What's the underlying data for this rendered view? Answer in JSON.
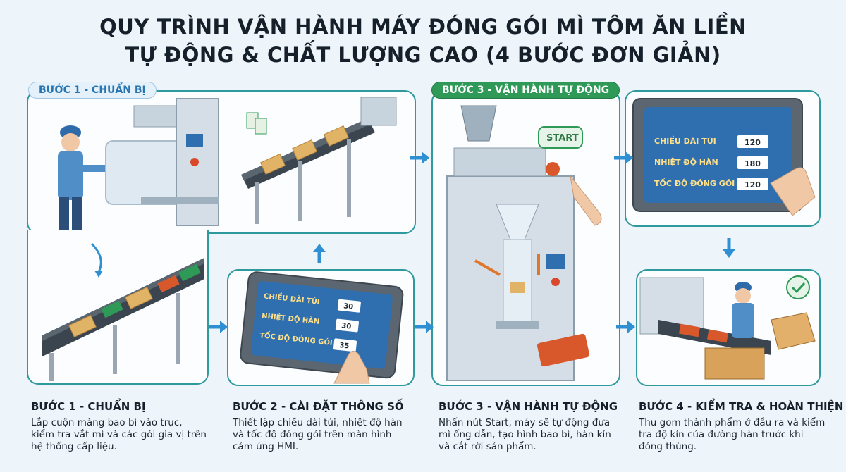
{
  "title": {
    "line1": "QUY TRÌNH VẬN HÀNH MÁY ĐÓNG GÓI MÌ TÔM ĂN LIỀN",
    "line2": "TỰ ĐỘNG & CHẤT LƯỢNG CAO (4 BƯỚC ĐƠN GIẢN)"
  },
  "tags": {
    "step1": "BƯỚC 1 - CHUẨN BỊ",
    "step3": "BƯỚC 3 - VẬN HÀNH TỰ ĐỘNG"
  },
  "start_button": "START",
  "hmi_small": {
    "rows": [
      {
        "label": "CHIỀU DÀI TÚI",
        "value": "30"
      },
      {
        "label": "NHIỆT ĐỘ HÀN",
        "value": "30"
      },
      {
        "label": "TỐC ĐỘ ĐÓNG GÓI",
        "value": "35"
      }
    ]
  },
  "hmi_large": {
    "rows": [
      {
        "label": "CHIỀU DÀI TÚI",
        "value": "120"
      },
      {
        "label": "NHIỆT ĐỘ HÀN",
        "value": "180"
      },
      {
        "label": "TỐC ĐỘ ĐÓNG GÓI",
        "value": "120"
      }
    ]
  },
  "captions": [
    {
      "head": "BƯỚC 1 - CHUẨN BỊ",
      "body": "Lắp cuộn màng bao bì vào trục, kiểm tra vắt mì và các gói gia vị trên hệ thống cấp liệu."
    },
    {
      "head": "BƯỚC 2 - CÀI ĐẶT THÔNG SỐ",
      "body": "Thiết lập chiều dài túi, nhiệt độ hàn và tốc độ đóng gói trên màn hình cảm ứng HMI."
    },
    {
      "head": "BƯỚC 3 - VẬN HÀNH TỰ ĐỘNG",
      "body": "Nhấn nút Start, máy sẽ tự động đưa mì ống dẫn, tạo hình bao bì, hàn kín và cắt rời sản phẩm."
    },
    {
      "head": "BƯỚC 4 - KIỂM TRA & HOÀN THIỆN",
      "body": "Thu gom thành phẩm ở đầu ra và kiểm tra độ kín của đường hàn trước khi đóng thùng."
    }
  ],
  "colors": {
    "panel_border": "#2e9a9e",
    "arrow": "#2f8fd3",
    "start_green": "#2f9a57",
    "hmi_screen": "#2f6fb0"
  }
}
